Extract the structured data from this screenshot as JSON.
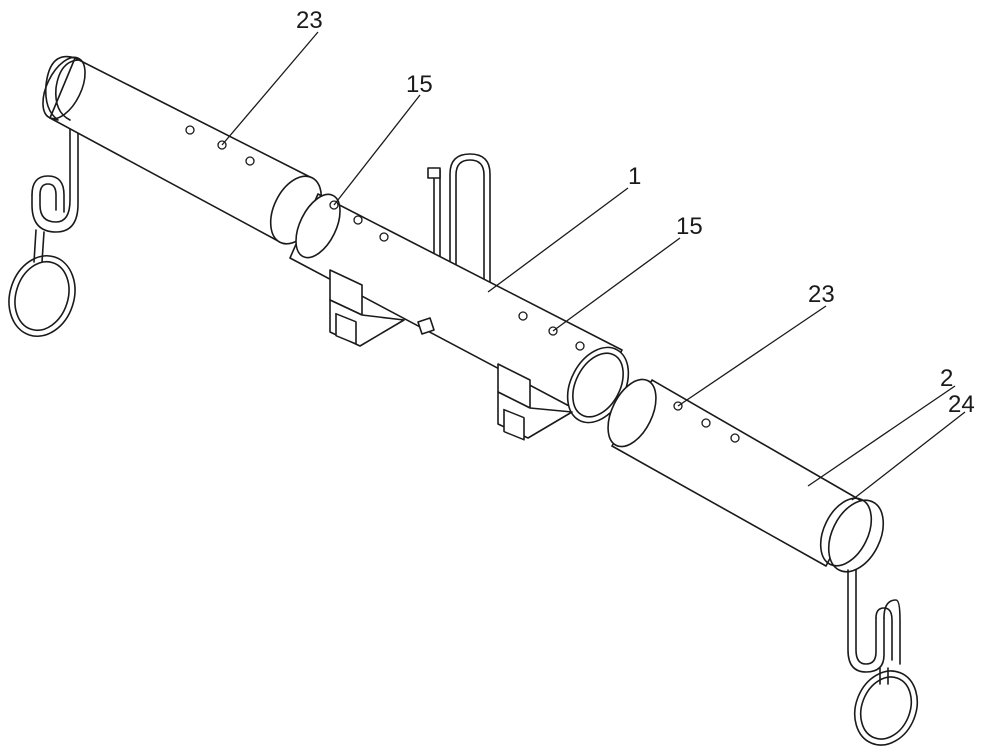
{
  "labels": {
    "left_end_tube": "23",
    "left_pin_hole": "15",
    "main_tube": "1",
    "right_pin_hole": "15",
    "right_end_tube_holes": "23",
    "right_end_tube": "2",
    "end_cap": "24"
  }
}
